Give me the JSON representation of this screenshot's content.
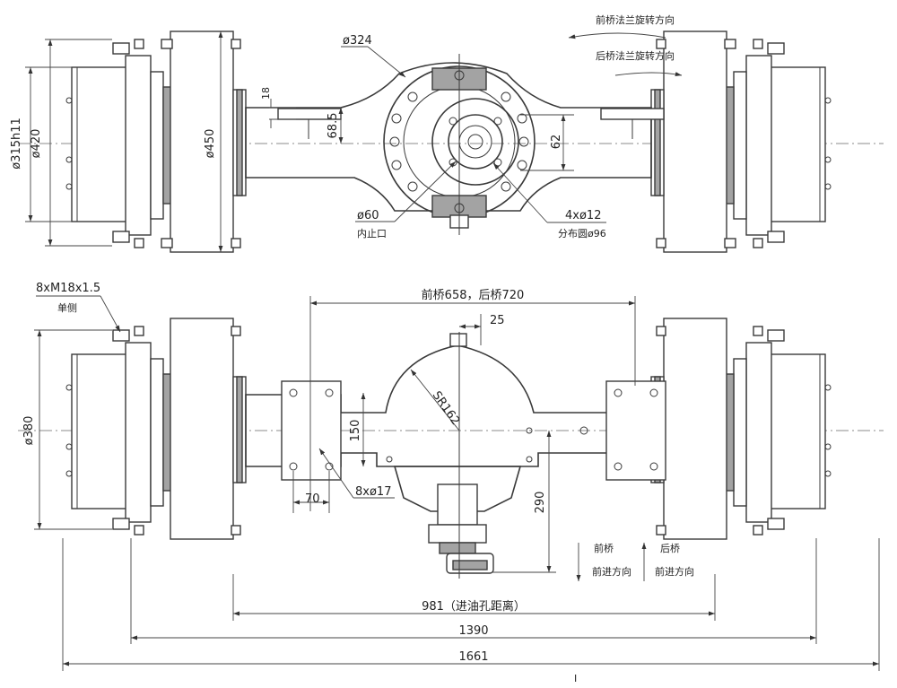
{
  "top_view": {
    "flange_rotation_front": "前桥法兰旋转方向",
    "flange_rotation_rear": "后桥法兰旋转方向",
    "d_324": "ø324",
    "d_420": "ø420",
    "d_315h11": "ø315h11",
    "d_450": "ø450",
    "d_18": "18",
    "d_68_5": "68.5",
    "d_62": "62",
    "d_60": "ø60",
    "d_60_note": "内止口",
    "holes_4x12": "4xø12",
    "holes_pcd": "分布圆ø96"
  },
  "front_view": {
    "bolts_label": "8xM18x1.5",
    "bolts_note": "单侧",
    "span_label": "前桥658，后桥720",
    "d_25": "25",
    "sr_162": "SR162",
    "d_150": "150",
    "d_70": "70",
    "holes_8x17": "8xø17",
    "d_290": "290",
    "d_380": "ø380",
    "front_axle": "前桥",
    "front_forward": "前进方向",
    "rear_axle": "后桥",
    "rear_forward": "前进方向"
  },
  "overall": {
    "d_981": "981（进油孔距离）",
    "d_1390": "1390",
    "d_1661": "1661",
    "bottom_mark": "I"
  }
}
